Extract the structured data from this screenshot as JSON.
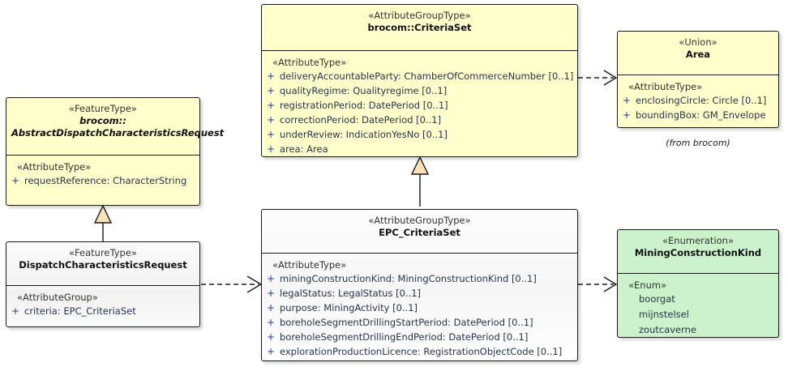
{
  "diagram": {
    "title": "EPC CriteriaSet UML class diagram",
    "colors": {
      "yellow_fill": "#ffffcc",
      "white_fill": "#f8f8f8",
      "green_fill": "#ccf2cc",
      "border": "#1a1a1a",
      "visibility": "#1f3f8f",
      "attribute_text": "#26354a",
      "stereotype_text": "#333333",
      "generalization_triangle_fill": "#fbe2b8"
    }
  },
  "classes": {
    "criteria_set": {
      "stereotype": "«AttributeGroupType»",
      "name": "brocom::CriteriaSet",
      "group_stereotype": "«AttributeType»",
      "attributes": [
        {
          "visibility": "+",
          "text": "deliveryAccountableParty: ChamberOfCommerceNumber [0..1]"
        },
        {
          "visibility": "+",
          "text": "qualityRegime: Qualityregime [0..1]"
        },
        {
          "visibility": "+",
          "text": "registrationPeriod: DatePeriod [0..1]"
        },
        {
          "visibility": "+",
          "text": "correctionPeriod: DatePeriod [0..1]"
        },
        {
          "visibility": "+",
          "text": "underReview: IndicationYesNo [0..1]"
        },
        {
          "visibility": "+",
          "text": "area: Area"
        }
      ]
    },
    "area": {
      "stereotype": "«Union»",
      "name": "Area",
      "group_stereotype": "«AttributeType»",
      "attributes": [
        {
          "visibility": "+",
          "text": "enclosingCircle: Circle [0..1]"
        },
        {
          "visibility": "+",
          "text": "boundingBox: GM_Envelope"
        }
      ],
      "footnote": "(from brocom)"
    },
    "abstract_dispatch": {
      "stereotype": "«FeatureType»",
      "name_line1": "brocom::",
      "name_line2": "AbstractDispatchCharacteristicsRequest",
      "group_stereotype": "«AttributeType»",
      "attributes": [
        {
          "visibility": "+",
          "text": "requestReference: CharacterString"
        }
      ]
    },
    "dispatch_request": {
      "stereotype": "«FeatureType»",
      "name": "DispatchCharacteristicsRequest",
      "group_stereotype": "«AttributeGroup»",
      "attributes": [
        {
          "visibility": "+",
          "text": "criteria: EPC_CriteriaSet"
        }
      ]
    },
    "epc_criteria_set": {
      "stereotype": "«AttributeGroupType»",
      "name": "EPC_CriteriaSet",
      "group_stereotype": "«AttributeType»",
      "attributes": [
        {
          "visibility": "+",
          "text": "miningConstructionKind: MiningConstructionKind [0..1]"
        },
        {
          "visibility": "+",
          "text": "legalStatus: LegalStatus [0..1]"
        },
        {
          "visibility": "+",
          "text": "purpose: MiningActivity [0..1]"
        },
        {
          "visibility": "+",
          "text": "boreholeSegmentDrillingStartPeriod: DatePeriod [0..1]"
        },
        {
          "visibility": "+",
          "text": "boreholeSegmentDrillingEndPeriod: DatePeriod [0..1]"
        },
        {
          "visibility": "+",
          "text": "explorationProductionLicence: RegistrationObjectCode [0..1]"
        }
      ]
    },
    "mining_construction_kind": {
      "stereotype": "«Enumeration»",
      "name": "MiningConstructionKind",
      "group_stereotype": "«Enum»",
      "literals": [
        "boorgat",
        "mijnstelsel",
        "zoutcaverne"
      ]
    }
  },
  "connectors": [
    {
      "name": "criteria-set-to-area",
      "kind": "dependency",
      "from": "brocom::CriteriaSet",
      "to": "Area"
    },
    {
      "name": "epc-criteria-set-generalizes-criteria-set",
      "kind": "generalization",
      "from": "EPC_CriteriaSet",
      "to": "brocom::CriteriaSet"
    },
    {
      "name": "dispatch-request-generalizes-abstract",
      "kind": "generalization",
      "from": "DispatchCharacteristicsRequest",
      "to": "brocom::AbstractDispatchCharacteristicsRequest"
    },
    {
      "name": "dispatch-request-to-epc-criteria-set",
      "kind": "dependency",
      "from": "DispatchCharacteristicsRequest",
      "to": "EPC_CriteriaSet"
    },
    {
      "name": "epc-criteria-set-to-mining-construction-kind",
      "kind": "dependency",
      "from": "EPC_CriteriaSet",
      "to": "MiningConstructionKind"
    }
  ]
}
